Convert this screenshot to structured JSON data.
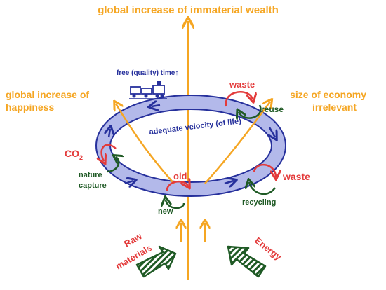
{
  "labels": {
    "top_title": "global increase of immaterial wealth",
    "left_title_line1": "global increase of",
    "left_title_line2": "happiness",
    "right_title_line1": "size of economy",
    "right_title_line2": "irrelevant",
    "free_time": "free (quality) time",
    "free_time_arrow": "↑",
    "adequate_velocity": "adequate velocity (of life)",
    "waste_top": "waste",
    "reuse": "reuse",
    "co2_main": "CO",
    "co2_sub": "2",
    "nature": "nature",
    "capture": "capture",
    "old": "old",
    "new": "new",
    "waste_right": "waste",
    "recycling": "recycling",
    "raw": "Raw",
    "materials": "materials",
    "energy": "Energy"
  },
  "icons": [
    "train-icon"
  ],
  "colors": {
    "orange": "#f5a623",
    "red": "#e33a3a",
    "green": "#1f5a25",
    "navy": "#26309c",
    "ring_fill": "#b3b9ea"
  }
}
